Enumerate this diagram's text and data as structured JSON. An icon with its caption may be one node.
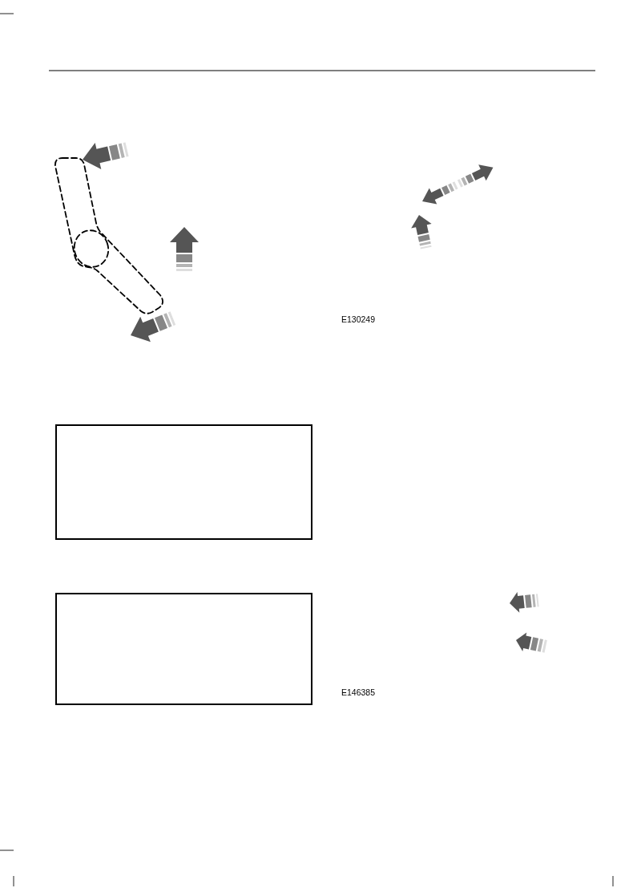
{
  "diagram": {
    "nodes": [
      {
        "text": [],
        "shape": "box"
      },
      {
        "text": [],
        "shape": "box"
      }
    ],
    "labels": [
      "E130249",
      "E146385"
    ]
  }
}
